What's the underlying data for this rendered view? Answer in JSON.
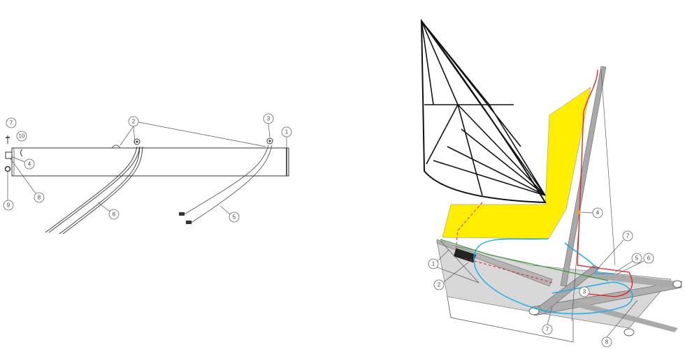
{
  "left_diagram": {
    "callouts": [
      "1",
      "2",
      "3",
      "4",
      "5",
      "6",
      "7",
      "8",
      "9",
      "10"
    ]
  },
  "right_diagram": {
    "callouts": [
      "1",
      "2",
      "3",
      "4",
      "5",
      "6",
      "7",
      "7",
      "8"
    ]
  },
  "colors": {
    "sail_yellow": "#ffee00",
    "line_red": "#e8191c",
    "line_blue": "#1eaee8",
    "line_green": "#3c9a36",
    "marker_orange": "#f39a2b",
    "frame_gray": "#a9a9a9"
  }
}
